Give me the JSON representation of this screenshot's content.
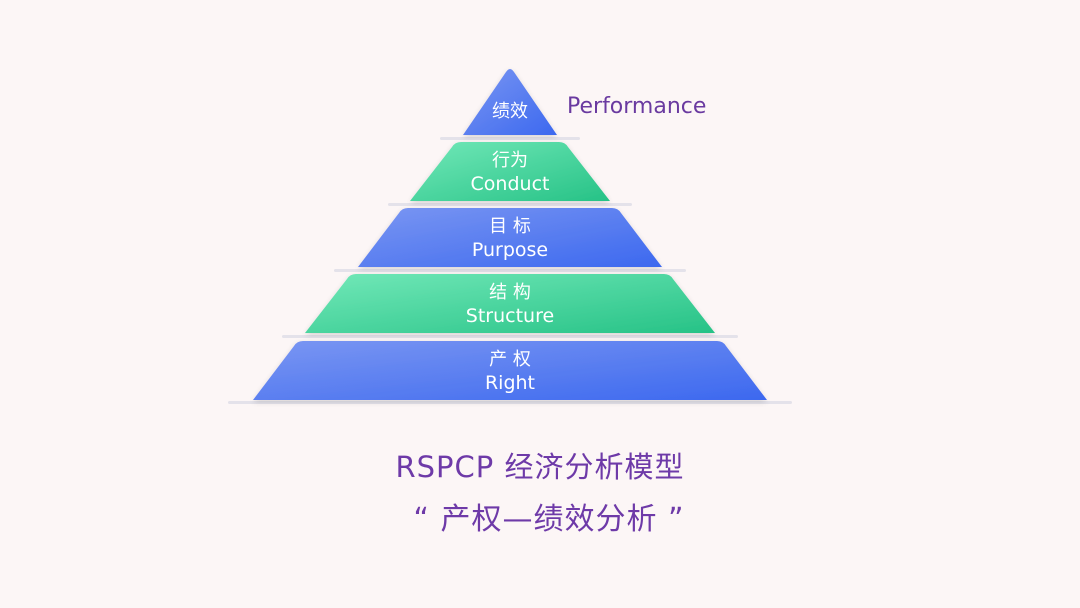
{
  "pyramid": {
    "tiers": [
      {
        "zh": "绩效",
        "en": "",
        "side_label": "Performance",
        "color": "blue"
      },
      {
        "zh": "行为",
        "en": "Conduct",
        "color": "green"
      },
      {
        "zh": "目 标",
        "en": "Purpose",
        "color": "blue"
      },
      {
        "zh": "结 构",
        "en": "Structure",
        "color": "green"
      },
      {
        "zh": "产 权",
        "en": "Right",
        "color": "blue"
      }
    ],
    "colors": {
      "blue_light": "#6f8ff2",
      "blue_dark": "#3f6cf0",
      "green_light": "#67e5b2",
      "green_dark": "#2fc78e",
      "label": "#6a3aa0"
    }
  },
  "caption": {
    "title": "RSPCP 经济分析模型",
    "subtitle": "“ 产权—绩效分析 ”"
  }
}
